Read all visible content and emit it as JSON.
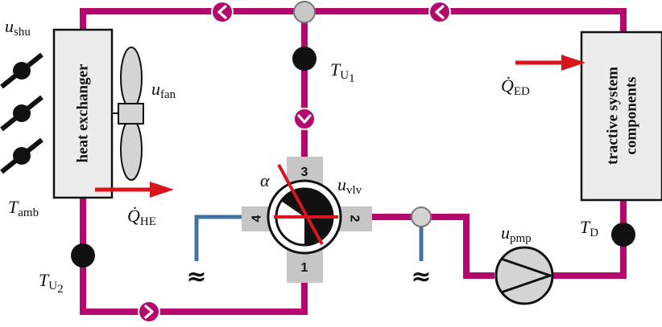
{
  "components": {
    "heat_exchanger": "heat exchanger",
    "tractive_line1": "tractive system",
    "tractive_line2": "components"
  },
  "labels": {
    "u_shu": {
      "base": "u",
      "sub": "shu"
    },
    "u_fan": {
      "base": "u",
      "sub": "fan"
    },
    "T_amb": {
      "base": "T",
      "sub": "amb"
    },
    "Q_HE": {
      "base": "Q̇",
      "sub": "HE"
    },
    "T_U1": {
      "base": "T",
      "sub": "U",
      "subsub": "1"
    },
    "T_U2": {
      "base": "T",
      "sub": "U",
      "subsub": "2"
    },
    "alpha": "α",
    "u_vlv": {
      "base": "u",
      "sub": "vlv"
    },
    "Q_ED": {
      "base": "Q̇",
      "sub": "ED"
    },
    "u_pmp": {
      "base": "u",
      "sub": "pmp"
    },
    "T_D": {
      "base": "T",
      "sub": "D"
    }
  },
  "valve_ports": {
    "p1": "1",
    "p2": "2",
    "p3": "3",
    "p4": "4"
  },
  "symbols": {
    "wave": "≈"
  },
  "colors": {
    "coolant_pipe": "#b4086e",
    "ambient_pipe": "#3f74a3",
    "heat_arrow": "#d8141c",
    "port_block": "#c6c6c6",
    "component_fill": "#ececec"
  }
}
